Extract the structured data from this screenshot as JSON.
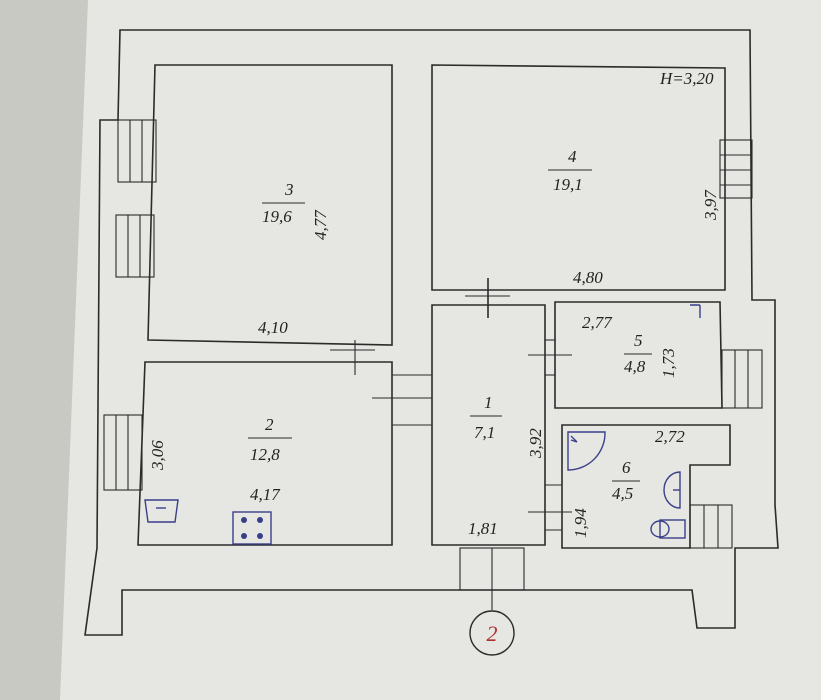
{
  "plan": {
    "height_label": "H=3,20",
    "axis_marker": "2",
    "rooms": [
      {
        "number": "1",
        "area": "7,1",
        "dims": [
          "3,92",
          "1,81"
        ]
      },
      {
        "number": "2",
        "area": "12,8",
        "dims": [
          "3,06",
          "4,17"
        ]
      },
      {
        "number": "3",
        "area": "19,6",
        "dims": [
          "4,77",
          "4,10"
        ]
      },
      {
        "number": "4",
        "area": "19,1",
        "dims": [
          "3,97",
          "4,80"
        ]
      },
      {
        "number": "5",
        "area": "4,8",
        "dims": [
          "2,77",
          "1,73"
        ]
      },
      {
        "number": "6",
        "area": "4,5",
        "dims": [
          "2,72",
          "1,94"
        ]
      }
    ]
  },
  "colors": {
    "paper": "#e9e9e6",
    "ink": "#2b2b2b",
    "fixture": "#3a3f8a",
    "marker": "#b03030"
  }
}
